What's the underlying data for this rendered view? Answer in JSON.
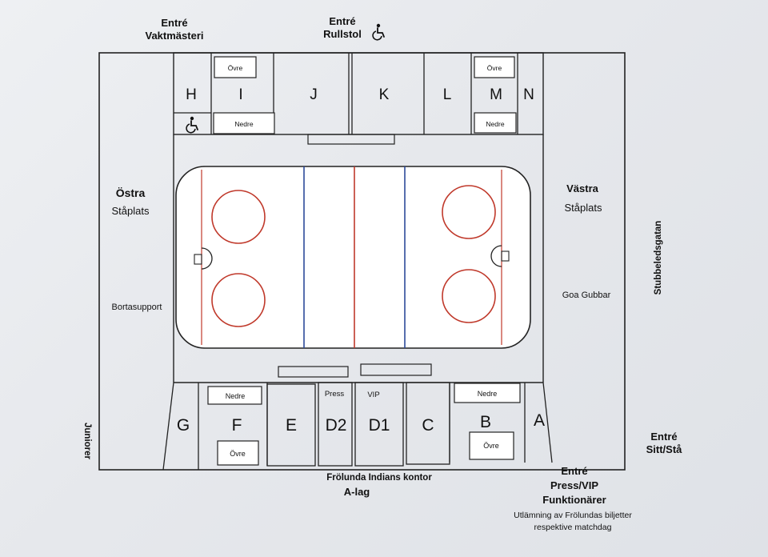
{
  "entrances": {
    "vaktmasteri": [
      "Entré",
      "Vaktmästeri"
    ],
    "rullstol": [
      "Entré",
      "Rullstol"
    ],
    "sitt_sta": [
      "Entré",
      "Sitt/Stå"
    ],
    "press_vip": [
      "Entré",
      "Press/VIP",
      "Funktionärer"
    ]
  },
  "press_vip_note": [
    "Utlämning av Frölundas biljetter",
    "respektive matchdag"
  ],
  "areas": {
    "ostra": [
      "Östra",
      "Ståplats"
    ],
    "vastra": [
      "Västra",
      "Ståplats"
    ],
    "bortasupport": "Bortasupport",
    "goa_gubbar": "Goa Gubbar",
    "juniorer": "Juniorer",
    "stubbeledsgatan": "Stubbeledsgatan",
    "bottom_office": [
      "Frölunda Indians kontor",
      "A-lag"
    ]
  },
  "sections": {
    "H": "H",
    "I": "I",
    "J": "J",
    "K": "K",
    "L": "L",
    "M": "M",
    "N": "N",
    "G": "G",
    "F": "F",
    "E": "E",
    "D2": "D2",
    "D1": "D1",
    "C": "C",
    "B": "B",
    "A": "A"
  },
  "sub_labels": {
    "ovre": "Övre",
    "nedre": "Nedre",
    "press": "Press",
    "vip": "VIP"
  },
  "icons": {
    "wheelchair": "wheelchair-icon"
  }
}
